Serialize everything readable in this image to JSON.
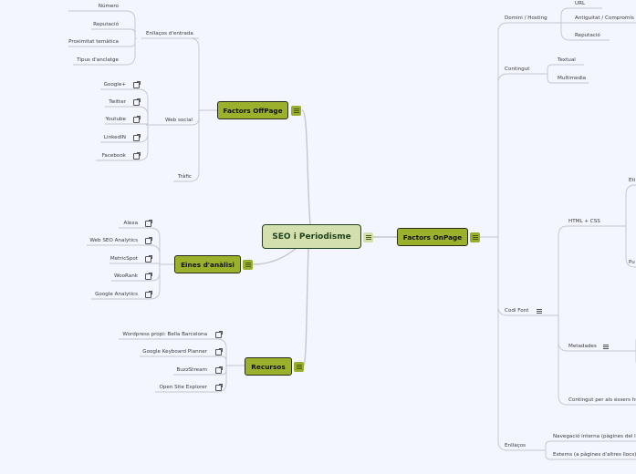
{
  "center": {
    "label": "SEO i Periodisme"
  },
  "offpage": {
    "label": "Factors OffPage",
    "enllacos_entrada": {
      "label": "Enllaços d'entrada",
      "items": [
        "Número",
        "Reputació",
        "Proximitat temàtica",
        "Tipus d'anclatge"
      ]
    },
    "web_social": {
      "label": "Web social",
      "items": [
        "Google+",
        "Twitter",
        "Youtube",
        "LinkedIN",
        "Facebook"
      ]
    },
    "trafic": {
      "label": "Tràfic"
    }
  },
  "eines": {
    "label": "Eines d'anàlisi",
    "items": [
      "Alexa",
      "Web SEO Analytics",
      "MetricSpot",
      "WooRank",
      "Google Analytics"
    ]
  },
  "recursos": {
    "label": "Recursos",
    "items": [
      "Wordpress propi: Bella Barcelona",
      "Google Keyboard Planner",
      "BuzzStream",
      "Open Site Explorer"
    ]
  },
  "onpage": {
    "label": "Factors OnPage",
    "domini": {
      "label": "Domini / Hosting",
      "items": [
        "URL",
        "Antiguitat / Compromís",
        "Reputació"
      ]
    },
    "contingut": {
      "label": "Contingut",
      "items": [
        "Textual",
        "Multimedia"
      ]
    },
    "codi_font": {
      "label": "Codi Font",
      "html_css": {
        "label": "HTML + CSS",
        "items": [
          "Eti",
          "Pu"
        ]
      },
      "metadades": {
        "label": "Metadades"
      },
      "contingut_humans": {
        "label": "Contingut per als éssers hu"
      }
    },
    "enllacos": {
      "label": "Enllaços",
      "items": [
        "Navegació interna (pàgines del lloc)",
        "Externs (a pàgines d'altres llocs)"
      ]
    }
  },
  "colors": {
    "background": "#f3f6fe",
    "node": "#9cb12b",
    "center": "#d3e0ad",
    "line": "#c4c6cc"
  }
}
